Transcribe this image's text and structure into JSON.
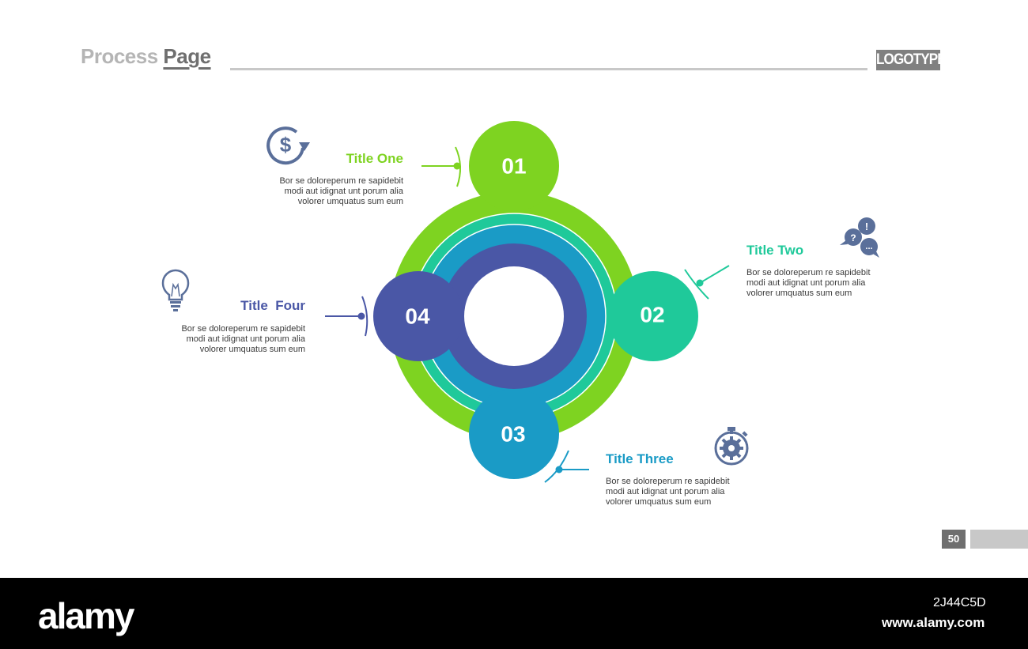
{
  "header": {
    "title_part1": "Process",
    "title_part2": "Page",
    "logo": "LOGOTYPE"
  },
  "colors": {
    "green": "#7ed321",
    "teal": "#1fc99a",
    "blue": "#1a9bc6",
    "indigo": "#4a57a6",
    "icon": "#5a6f9a"
  },
  "steps": [
    {
      "number": "01",
      "title": "Title One",
      "description": "Bor se doloreperum re sapidebit\nmodi aut idignat unt porum alia\nvolorer umquatus sum eum",
      "icon": "dollar-refresh-icon",
      "color": "#7ed321"
    },
    {
      "number": "02",
      "title": "Title Two",
      "description": "Bor se doloreperum re sapidebit\nmodi aut idignat unt porum alia\nvolorer umquatus sum eum",
      "icon": "speech-bubbles-icon",
      "color": "#1fc99a"
    },
    {
      "number": "03",
      "title": "Title Three",
      "description": "Bor se doloreperum re sapidebit\nmodi aut idignat unt porum alia\nvolorer umquatus sum eum",
      "icon": "stopwatch-gear-icon",
      "color": "#1a9bc6"
    },
    {
      "number": "04",
      "title": "Title  Four",
      "description": "Bor se doloreperum re sapidebit\nmodi aut idignat unt porum alia\nvolorer umquatus sum eum",
      "icon": "lightbulb-icon",
      "color": "#4a57a6"
    }
  ],
  "page_number": "50",
  "footer": {
    "brand": "alamy",
    "image_code": "2J44C5D",
    "url": "www.alamy.com"
  }
}
